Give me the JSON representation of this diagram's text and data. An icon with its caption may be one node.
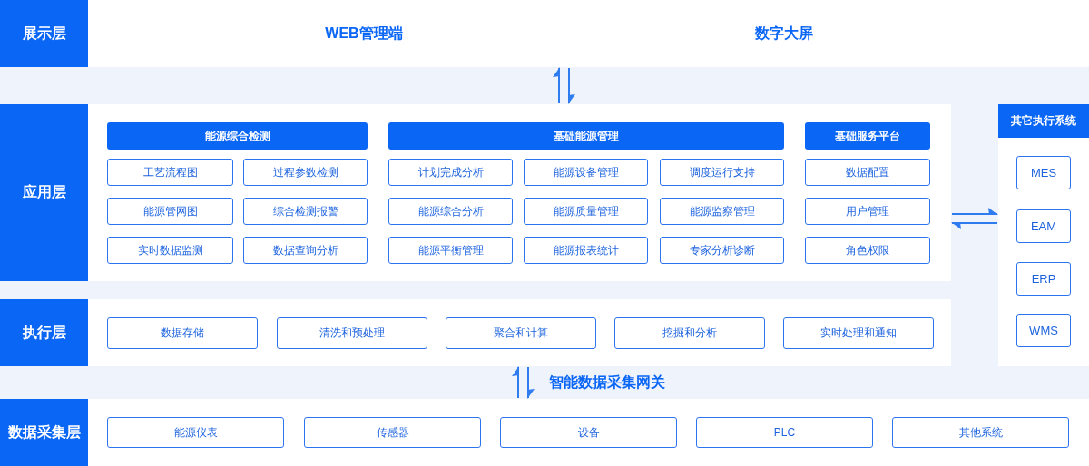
{
  "diagram": {
    "nodes": [
      {
        "text": [
          "展示层"
        ]
      },
      {
        "text": [
          "WEB管理端",
          "数字大屏"
        ]
      },
      {
        "text": [
          "应用层"
        ]
      },
      {
        "text": [],
        "shape": "box"
      },
      {
        "text": [
          "能源综合检测"
        ],
        "in": 3
      },
      {
        "text": [
          "基础能源管理"
        ],
        "in": 3
      },
      {
        "text": [
          "基础服务平台"
        ],
        "in": 3
      },
      {
        "text": [
          "工艺流程图"
        ],
        "in": 3
      },
      {
        "text": [
          "过程参数检测"
        ],
        "in": 3
      },
      {
        "text": [
          "计划完成分析"
        ],
        "in": 3
      },
      {
        "text": [
          "能源设备管理"
        ],
        "in": 3
      },
      {
        "text": [
          "调度运行支持"
        ],
        "in": 3
      },
      {
        "text": [
          "数据配置"
        ],
        "in": 3
      },
      {
        "text": [
          "能源管网图"
        ],
        "in": 3
      },
      {
        "text": [
          "综合检测报警"
        ],
        "in": 3
      },
      {
        "text": [
          "能源综合分析"
        ],
        "in": 3
      },
      {
        "text": [
          "能源质量管理"
        ],
        "in": 3
      },
      {
        "text": [
          "能源监察管理"
        ],
        "in": 3
      },
      {
        "text": [
          "用户管理"
        ],
        "in": 3
      },
      {
        "text": [
          "实时数据监测"
        ],
        "in": 3
      },
      {
        "text": [
          "数据查询分析"
        ],
        "in": 3
      },
      {
        "text": [
          "能源平衡管理"
        ],
        "in": 3
      },
      {
        "text": [
          "能源报表统计"
        ],
        "in": 3
      },
      {
        "text": [
          "专家分析诊断"
        ],
        "in": 3
      },
      {
        "text": [
          "角色权限"
        ],
        "in": 3
      },
      {
        "text": [
          "其它执行系统"
        ]
      },
      {
        "text": [
          "MES"
        ],
        "in": 25
      },
      {
        "text": [
          "EAM"
        ],
        "in": 25
      },
      {
        "text": [
          "ERP"
        ],
        "in": 25
      },
      {
        "text": [
          "WMS"
        ],
        "in": 25
      },
      {
        "text": [
          "执行层"
        ]
      },
      {
        "text": [],
        "shape": "box"
      },
      {
        "text": [
          "数据存储"
        ],
        "in": 31
      },
      {
        "text": [
          "清洗和预处理"
        ],
        "in": 31
      },
      {
        "text": [
          "聚合和计算"
        ],
        "in": 31
      },
      {
        "text": [
          "挖掘和分析"
        ],
        "in": 31
      },
      {
        "text": [
          "实时处理和通知"
        ],
        "in": 31
      },
      {
        "text": [
          "数据采集层"
        ]
      },
      {
        "text": [],
        "shape": "box"
      },
      {
        "text": [
          "能源仪表"
        ],
        "in": 38
      },
      {
        "text": [
          "传感器"
        ],
        "in": 38
      },
      {
        "text": [
          "设备"
        ],
        "in": 38
      },
      {
        "text": [
          "PLC"
        ],
        "in": 38
      },
      {
        "text": [
          "其他系统"
        ],
        "in": 38
      }
    ],
    "edges": [
      {
        "from": 3,
        "to": 1,
        "arrow": "to"
      },
      {
        "from": 1,
        "to": 3,
        "arrow": "to"
      },
      {
        "from": 3,
        "to": 25,
        "arrow": "to"
      },
      {
        "from": 25,
        "to": 3,
        "arrow": "to"
      },
      {
        "from": 38,
        "to": 31,
        "arrow": "to",
        "label": "智能数据采集网关"
      },
      {
        "from": 31,
        "to": 38,
        "arrow": "to"
      }
    ]
  }
}
